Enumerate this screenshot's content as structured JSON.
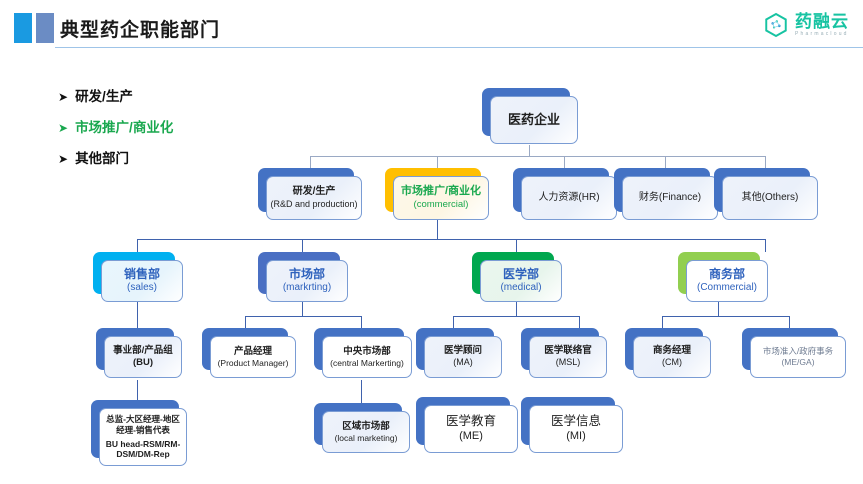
{
  "header": {
    "title": "典型药企职能部门",
    "logo_name": "药融云",
    "logo_sub": "Pharmacloud",
    "accent_blue": "#1a9ae1",
    "accent_slate": "#6b8cc4",
    "logo_color": "#17c3a2"
  },
  "bullets": [
    {
      "marker": "➤",
      "label": "研发/生产",
      "highlight": false
    },
    {
      "marker": "➤",
      "label": "市场推广/商业化",
      "highlight": true
    },
    {
      "marker": "➤",
      "label": "其他部门",
      "highlight": false
    }
  ],
  "chart_data": {
    "type": "orgchart",
    "title": "典型药企职能部门",
    "levels": 5,
    "nodes": [
      {
        "id": "root",
        "cn": "医药企业",
        "en": "",
        "level": 1,
        "parent": null,
        "shadow": "#4472c4",
        "text": "#1f1f1f"
      },
      {
        "id": "rnd",
        "cn": "研发/生产",
        "en": "(R&D and production)",
        "level": 2,
        "parent": "root",
        "shadow": "#4472c4",
        "text": "#1f1f1f"
      },
      {
        "id": "commercial",
        "cn": "市场推广/商业化",
        "en": "(commercial)",
        "level": 2,
        "parent": "root",
        "shadow": "#ffbf00",
        "text": "#1aa84f"
      },
      {
        "id": "hr",
        "cn": "人力资源(HR)",
        "en": "",
        "level": 2,
        "parent": "root",
        "shadow": "#4472c4",
        "text": "#1f1f1f"
      },
      {
        "id": "finance",
        "cn": "财务(Finance)",
        "en": "",
        "level": 2,
        "parent": "root",
        "shadow": "#4472c4",
        "text": "#1f1f1f"
      },
      {
        "id": "others",
        "cn": "其他(Others)",
        "en": "",
        "level": 2,
        "parent": "root",
        "shadow": "#4472c4",
        "text": "#1f1f1f"
      },
      {
        "id": "sales",
        "cn": "销售部",
        "en": "(sales)",
        "level": 3,
        "parent": "commercial",
        "shadow": "#00b0f0",
        "text": "#2f62bd"
      },
      {
        "id": "marketing",
        "cn": "市场部",
        "en": "(markrting)",
        "level": 3,
        "parent": "commercial",
        "shadow": "#4a6fc3",
        "text": "#2f62bd"
      },
      {
        "id": "medical",
        "cn": "医学部",
        "en": "(medical)",
        "level": 3,
        "parent": "commercial",
        "shadow": "#00a74f",
        "text": "#2f62bd"
      },
      {
        "id": "bizdev",
        "cn": "商务部",
        "en": "(Commercial)",
        "level": 3,
        "parent": "commercial",
        "shadow": "#92cf50",
        "text": "#2f62bd"
      },
      {
        "id": "bu",
        "cn": "事业部/产品组",
        "en": "(BU)",
        "level": 4,
        "parent": "sales",
        "shadow": "#4472c4",
        "text": "#1f1f1f"
      },
      {
        "id": "pm",
        "cn": "产品经理",
        "en": "(Product Manager)",
        "level": 4,
        "parent": "marketing",
        "shadow": "#4472c4",
        "text": "#1f1f1f"
      },
      {
        "id": "cmkt",
        "cn": "中央市场部",
        "en": "(central Markerting)",
        "level": 4,
        "parent": "marketing",
        "shadow": "#4472c4",
        "text": "#1f1f1f"
      },
      {
        "id": "ma",
        "cn": "医学顾问",
        "en": "(MA)",
        "level": 4,
        "parent": "medical",
        "shadow": "#4472c4",
        "text": "#1f1f1f"
      },
      {
        "id": "msl",
        "cn": "医学联络官",
        "en": "(MSL)",
        "level": 4,
        "parent": "medical",
        "shadow": "#4472c4",
        "text": "#1f1f1f"
      },
      {
        "id": "cm",
        "cn": "商务经理",
        "en": "(CM)",
        "level": 4,
        "parent": "bizdev",
        "shadow": "#4472c4",
        "text": "#1f1f1f"
      },
      {
        "id": "mega",
        "cn": "市场准入/政府事务",
        "en": "(ME/GA)",
        "level": 4,
        "parent": "bizdev",
        "shadow": "#4472c4",
        "text": "#6f7c92"
      },
      {
        "id": "buhead",
        "cn": "总监-大区经理-地区经理-销售代表",
        "en": "BU head-RSM/RM-DSM/DM-Rep",
        "level": 5,
        "parent": "bu",
        "shadow": "#4472c4",
        "text": "#1f1f1f"
      },
      {
        "id": "lmkt",
        "cn": "区域市场部",
        "en": "(local marketing)",
        "level": 5,
        "parent": "cmkt",
        "shadow": "#4472c4",
        "text": "#1f1f1f"
      },
      {
        "id": "me",
        "cn": "医学教育",
        "en": "(ME)",
        "level": 5,
        "parent": "ma",
        "shadow": "#4472c4",
        "text": "#1f1f1f"
      },
      {
        "id": "mi",
        "cn": "医学信息",
        "en": "(MI)",
        "level": 5,
        "parent": "msl",
        "shadow": "#4472c4",
        "text": "#1f1f1f"
      }
    ]
  }
}
